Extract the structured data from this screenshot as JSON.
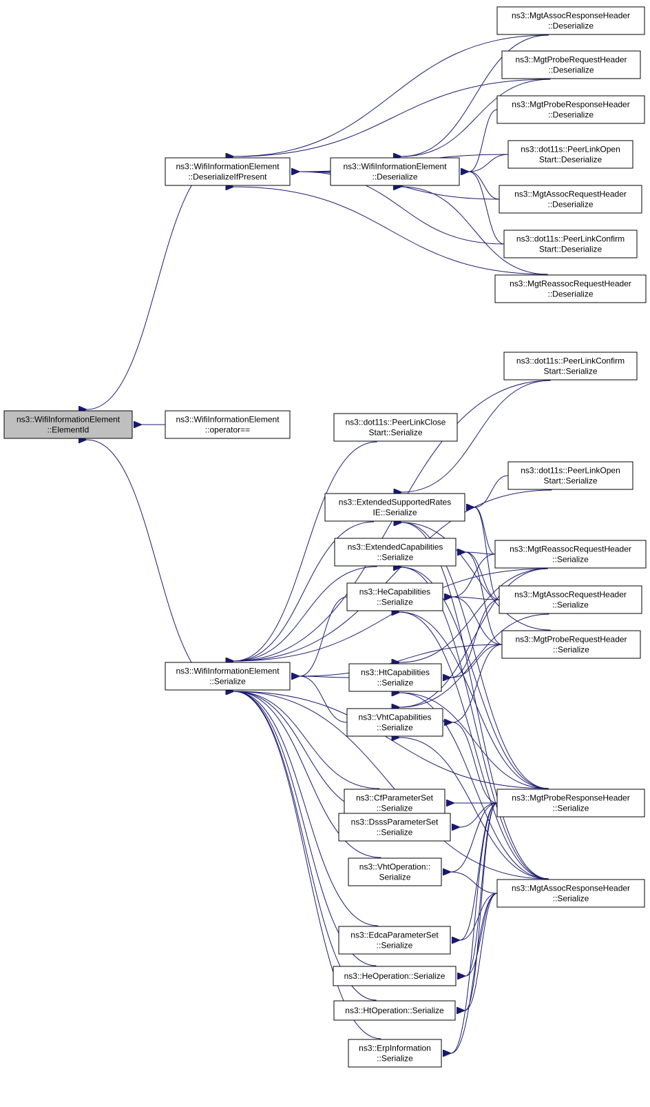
{
  "graph": {
    "edge_color": "#191970",
    "root_fill": "#bfbfbf",
    "node_fill": "#ffffff",
    "nodes": [
      {
        "id": "root",
        "lines": [
          "ns3::WifiInformationElement",
          "::ElementId"
        ]
      },
      {
        "id": "die",
        "lines": [
          "ns3::WifiInformationElement",
          "::DeserializeIfPresent"
        ]
      },
      {
        "id": "opeq",
        "lines": [
          "ns3::WifiInformationElement",
          "::operator=="
        ]
      },
      {
        "id": "ser",
        "lines": [
          "ns3::WifiInformationElement",
          "::Serialize"
        ]
      },
      {
        "id": "deser",
        "lines": [
          "ns3::WifiInformationElement",
          "::Deserialize"
        ]
      },
      {
        "id": "d_assocresp",
        "lines": [
          "ns3::MgtAssocResponseHeader",
          "::Deserialize"
        ]
      },
      {
        "id": "d_probereq",
        "lines": [
          "ns3::MgtProbeRequestHeader",
          "::Deserialize"
        ]
      },
      {
        "id": "d_proberesp",
        "lines": [
          "ns3::MgtProbeResponseHeader",
          "::Deserialize"
        ]
      },
      {
        "id": "d_plopen",
        "lines": [
          "ns3::dot11s::PeerLinkOpen",
          "Start::Deserialize"
        ]
      },
      {
        "id": "d_assocreq",
        "lines": [
          "ns3::MgtAssocRequestHeader",
          "::Deserialize"
        ]
      },
      {
        "id": "d_plconfirm",
        "lines": [
          "ns3::dot11s::PeerLinkConfirm",
          "Start::Deserialize"
        ]
      },
      {
        "id": "d_reassocreq",
        "lines": [
          "ns3::MgtReassocRequestHeader",
          "::Deserialize"
        ]
      },
      {
        "id": "plclose",
        "lines": [
          "ns3::dot11s::PeerLinkClose",
          "Start::Serialize"
        ]
      },
      {
        "id": "extrates",
        "lines": [
          "ns3::ExtendedSupportedRates",
          "IE::Serialize"
        ]
      },
      {
        "id": "extcap",
        "lines": [
          "ns3::ExtendedCapabilities",
          "::Serialize"
        ]
      },
      {
        "id": "hecap",
        "lines": [
          "ns3::HeCapabilities",
          "::Serialize"
        ]
      },
      {
        "id": "htcap",
        "lines": [
          "ns3::HtCapabilities",
          "::Serialize"
        ]
      },
      {
        "id": "vhtcap",
        "lines": [
          "ns3::VhtCapabilities",
          "::Serialize"
        ]
      },
      {
        "id": "cfparam",
        "lines": [
          "ns3::CfParameterSet",
          "::Serialize"
        ]
      },
      {
        "id": "dsss",
        "lines": [
          "ns3::DsssParameterSet",
          "::Serialize"
        ]
      },
      {
        "id": "vhtop",
        "lines": [
          "ns3::VhtOperation::",
          "Serialize"
        ]
      },
      {
        "id": "edca",
        "lines": [
          "ns3::EdcaParameterSet",
          "::Serialize"
        ]
      },
      {
        "id": "heop",
        "lines": [
          "ns3::HeOperation::Serialize"
        ]
      },
      {
        "id": "htop",
        "lines": [
          "ns3::HtOperation::Serialize"
        ]
      },
      {
        "id": "erp",
        "lines": [
          "ns3::ErpInformation",
          "::Serialize"
        ]
      },
      {
        "id": "s_plconfirm",
        "lines": [
          "ns3::dot11s::PeerLinkConfirm",
          "Start::Serialize"
        ]
      },
      {
        "id": "s_plopen",
        "lines": [
          "ns3::dot11s::PeerLinkOpen",
          "Start::Serialize"
        ]
      },
      {
        "id": "s_reassocreq",
        "lines": [
          "ns3::MgtReassocRequestHeader",
          "::Serialize"
        ]
      },
      {
        "id": "s_assocreq",
        "lines": [
          "ns3::MgtAssocRequestHeader",
          "::Serialize"
        ]
      },
      {
        "id": "s_probereq",
        "lines": [
          "ns3::MgtProbeRequestHeader",
          "::Serialize"
        ]
      },
      {
        "id": "s_proberesp",
        "lines": [
          "ns3::MgtProbeResponseHeader",
          "::Serialize"
        ]
      },
      {
        "id": "s_assocresp",
        "lines": [
          "ns3::MgtAssocResponseHeader",
          "::Serialize"
        ]
      }
    ]
  }
}
